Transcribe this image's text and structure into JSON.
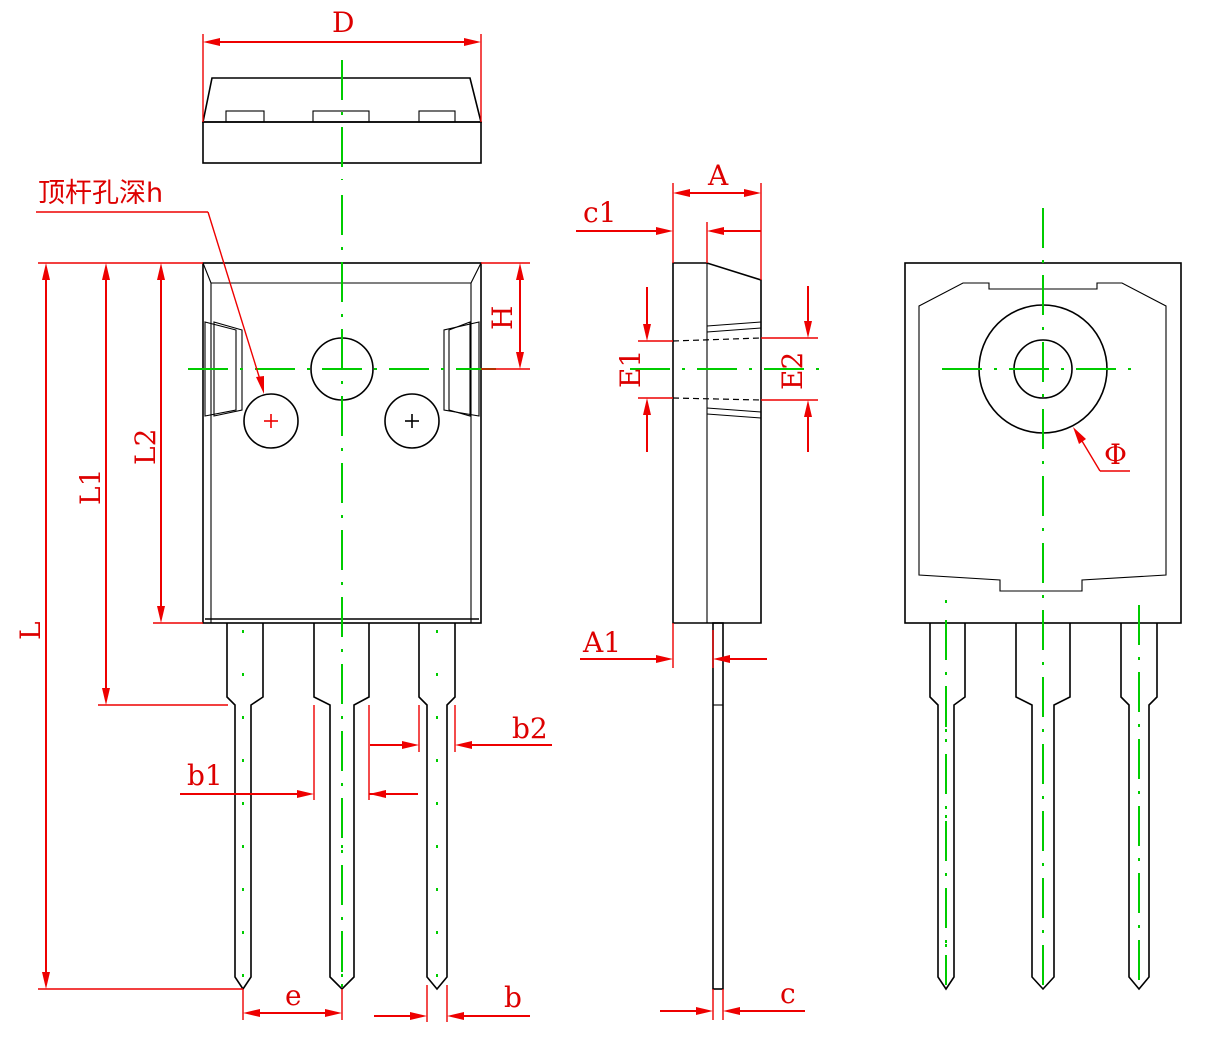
{
  "labels": {
    "D": "D",
    "hole_depth": "顶杆孔深h",
    "H": "H",
    "L": "L",
    "L1": "L1",
    "L2": "L2",
    "b1": "b1",
    "b2": "b2",
    "e": "e",
    "b": "b",
    "A": "A",
    "c1": "c1",
    "E1": "E1",
    "E2": "E2",
    "A1": "A1",
    "c": "c",
    "phi": "Φ"
  },
  "colors": {
    "outline": "#000000",
    "dimension": "#ee0000",
    "centerline": "#00cc00"
  }
}
